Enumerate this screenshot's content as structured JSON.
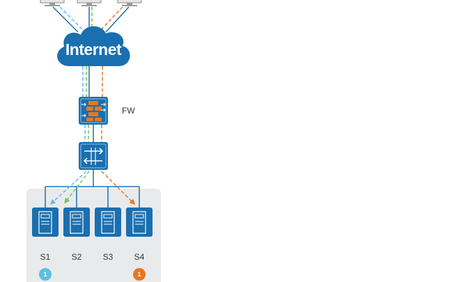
{
  "cloud": {
    "label": "Internet"
  },
  "firewall": {
    "label": "FW"
  },
  "servers": [
    {
      "label": "S1"
    },
    {
      "label": "S2"
    },
    {
      "label": "S3"
    },
    {
      "label": "S4"
    }
  ],
  "badges": [
    {
      "text": "1",
      "server": "S1",
      "color": "#5bbfe6"
    },
    {
      "text": "1",
      "server": "S4",
      "color": "#e87722"
    }
  ],
  "colors": {
    "device_blue": "#1a6fb0",
    "dark_blue": "#0b4a86",
    "cyan_flow": "#5bbfe6",
    "green_flow": "#7cc35a",
    "orange_flow": "#e87722",
    "cluster_bg": "#e9eaeb"
  }
}
